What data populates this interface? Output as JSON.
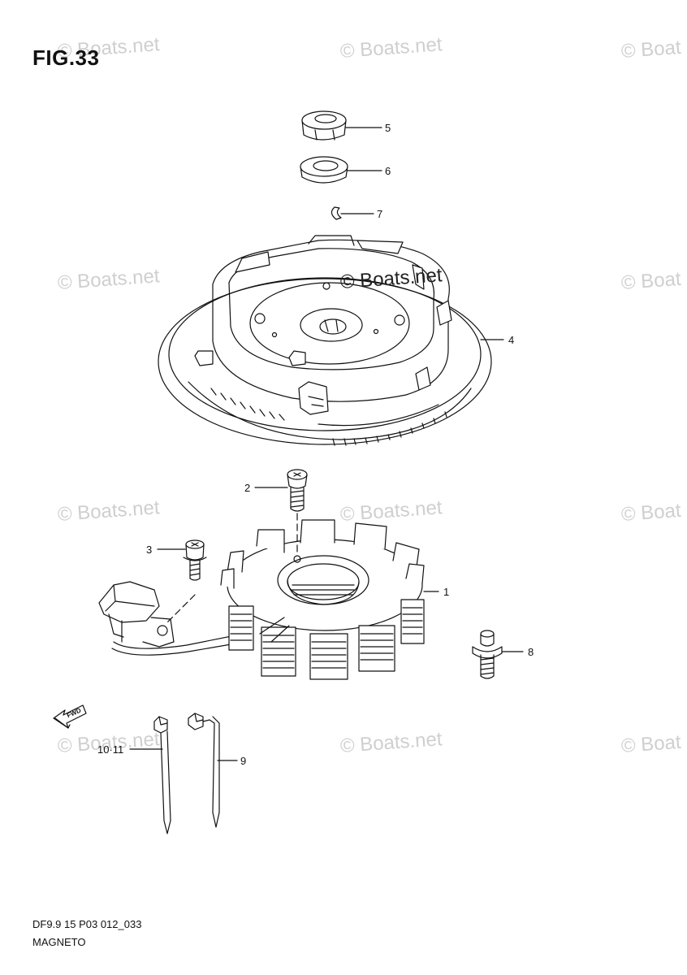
{
  "figure": {
    "title": "FIG.33",
    "code": "DF9.9 15 P03 012_033",
    "name": "MAGNETO"
  },
  "watermark": {
    "text": "© Boats.net",
    "text_cut": "© Boat"
  },
  "callouts": [
    {
      "id": "part-5",
      "label": "5"
    },
    {
      "id": "part-6",
      "label": "6"
    },
    {
      "id": "part-7",
      "label": "7"
    },
    {
      "id": "part-4",
      "label": "4"
    },
    {
      "id": "part-2",
      "label": "2"
    },
    {
      "id": "part-3",
      "label": "3"
    },
    {
      "id": "part-1",
      "label": "1"
    },
    {
      "id": "part-8",
      "label": "8"
    },
    {
      "id": "part-10-11",
      "label": "10·11"
    },
    {
      "id": "part-9",
      "label": "9"
    }
  ],
  "fwd_arrow": {
    "label": "FWD"
  }
}
